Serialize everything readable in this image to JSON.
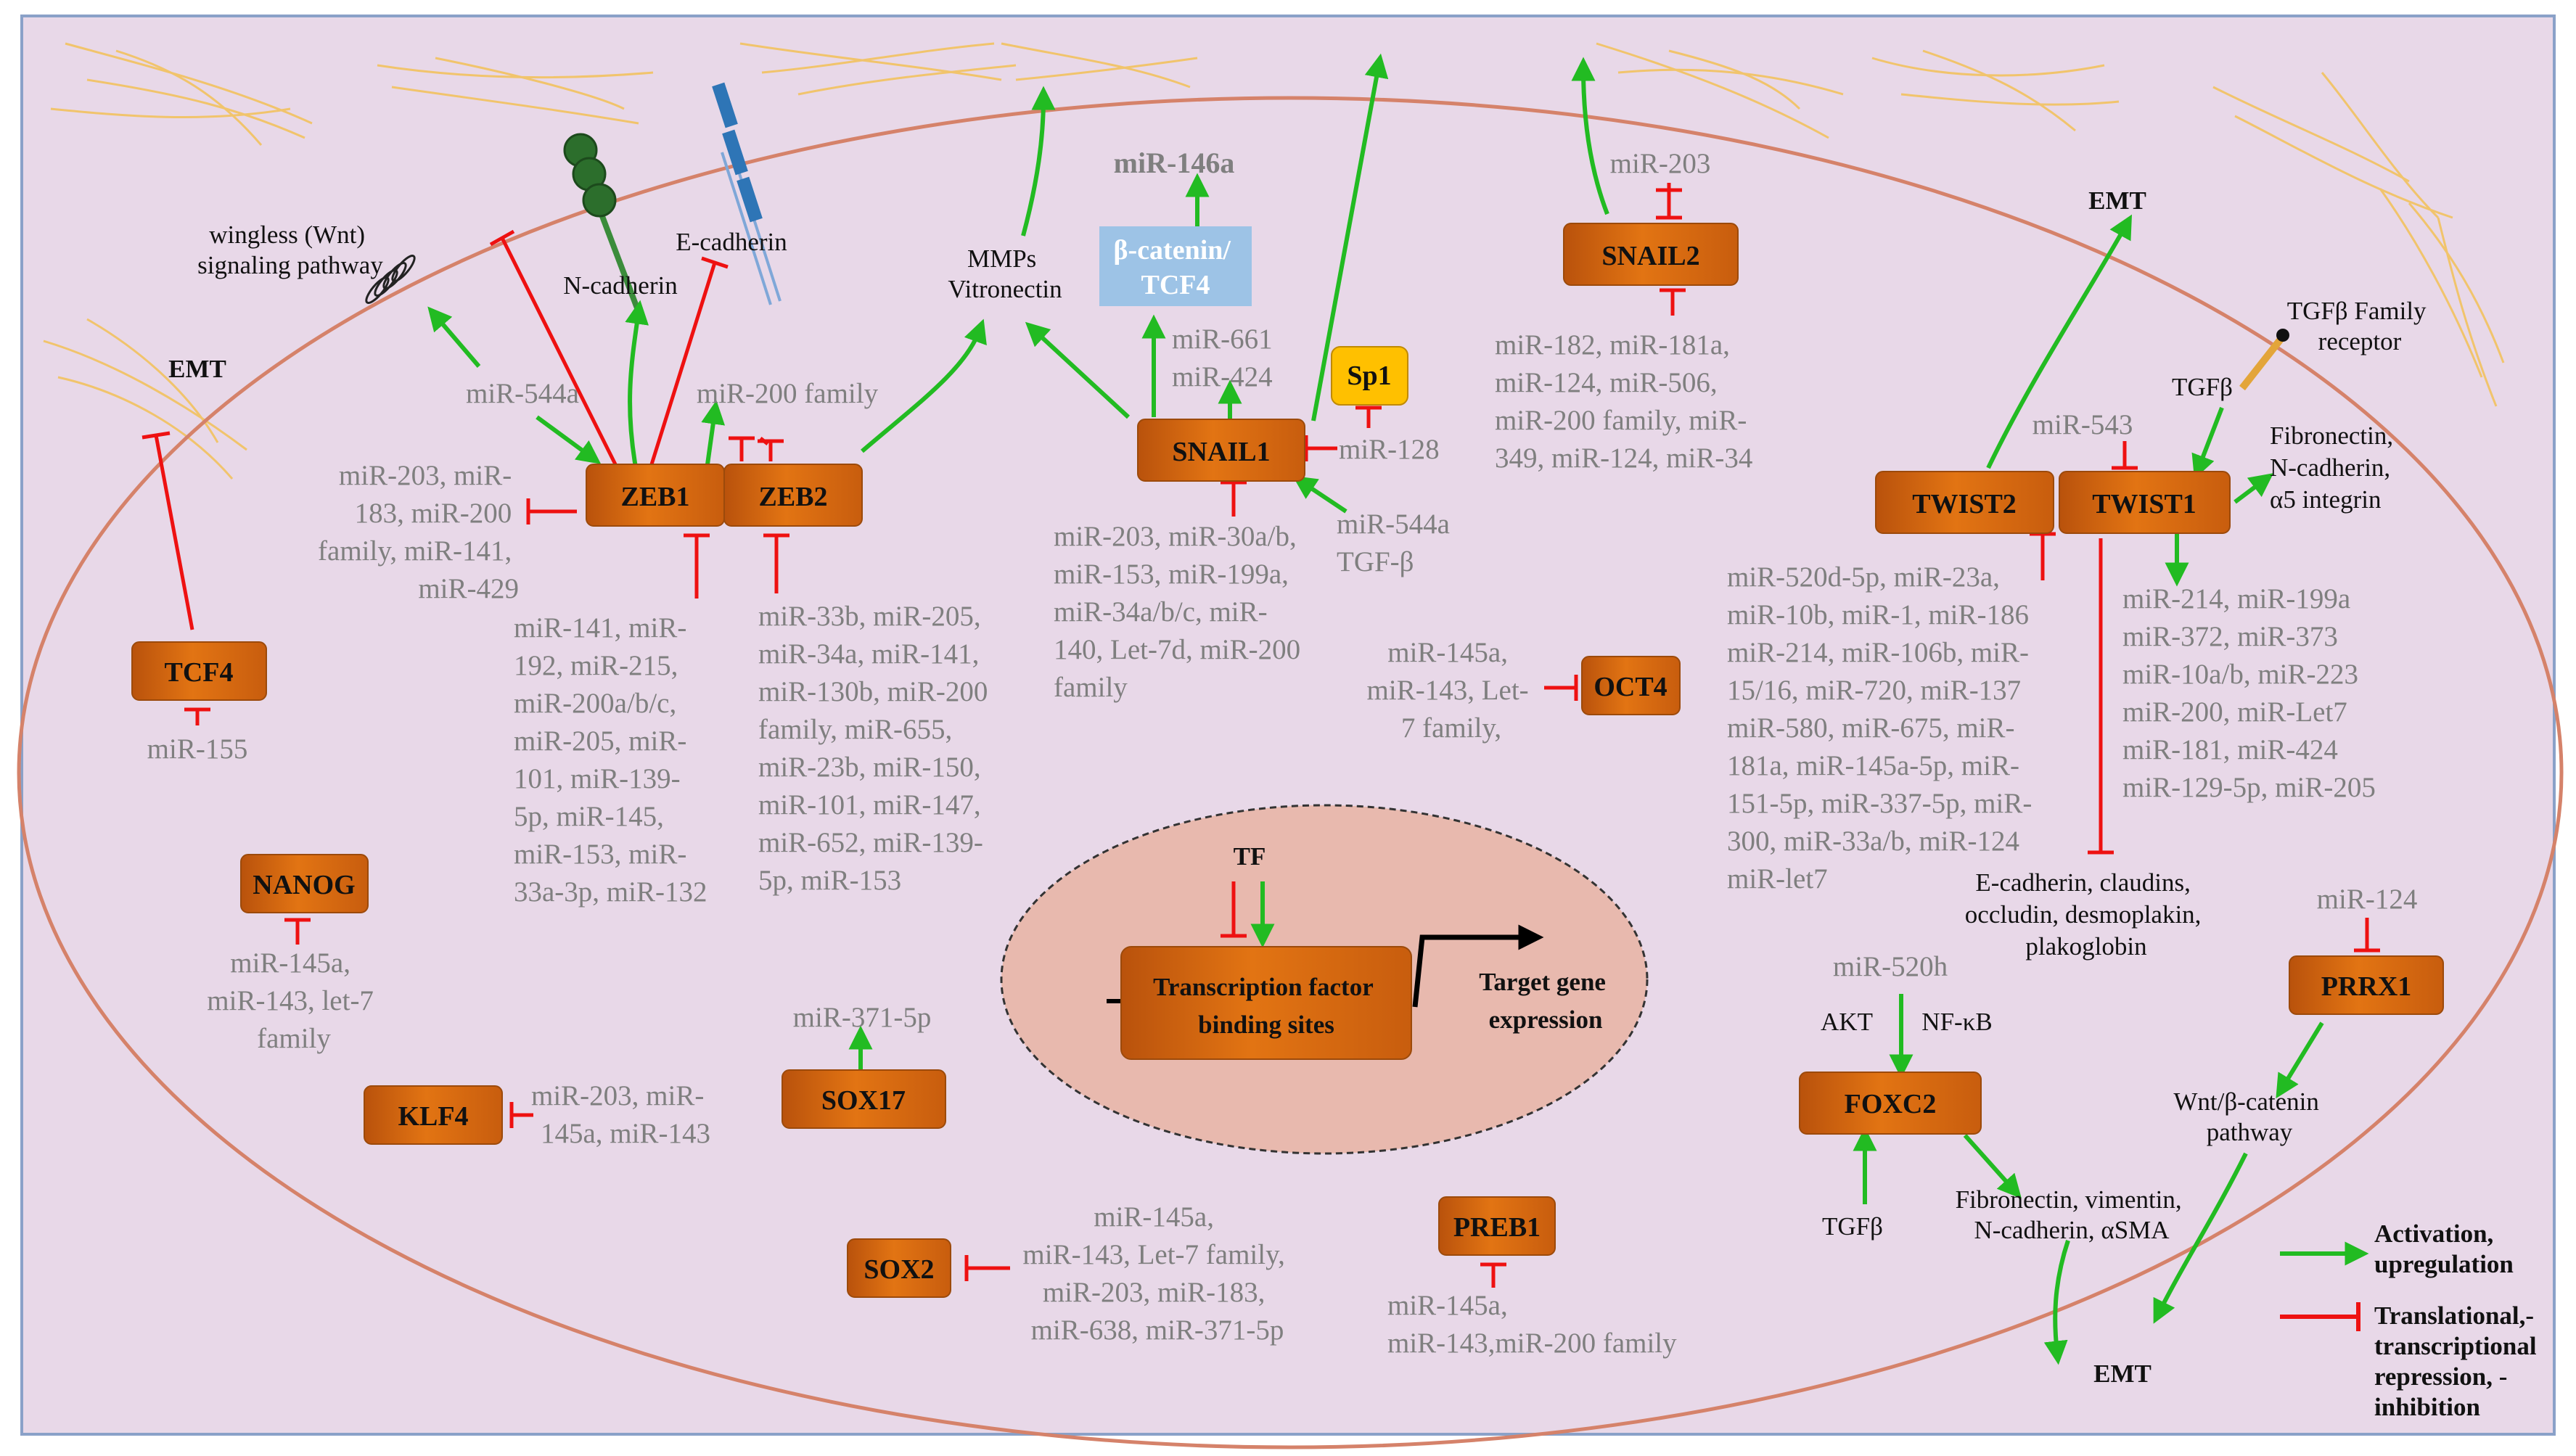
{
  "genes": {
    "zeb1": "ZEB1",
    "zeb2": "ZEB2",
    "snail1": "SNAIL1",
    "snail2": "SNAIL2",
    "twist1": "TWIST1",
    "twist2": "TWIST2",
    "tcf4": "TCF4",
    "nanog": "NANOG",
    "klf4": "KLF4",
    "sox17": "SOX17",
    "sox2": "SOX2",
    "oct4": "OCT4",
    "preb1": "PREB1",
    "foxc2": "FOXC2",
    "prrx1": "PRRX1",
    "sp1": "Sp1",
    "beta_catenin": [
      "β-catenin/",
      "TCF4"
    ]
  },
  "labels": {
    "emt_left": "EMT",
    "emt_top_right": "EMT",
    "emt_bottom": "EMT",
    "wnt": [
      "wingless (Wnt)",
      "signaling  pathway"
    ],
    "n_cadherin": "N-cadherin",
    "e_cadherin": "E-cadherin",
    "mmps": [
      "MMPs",
      "Vitronectin"
    ],
    "mir146a": "miR-146a",
    "tgfb_receptor": [
      "TGFβ Family",
      "receptor"
    ],
    "tgfb_twist1": "TGFβ",
    "fibronectin_twist1": [
      "Fibronectin,",
      "N-cadherin,",
      "α5 integrin"
    ],
    "e_cadherin_claudins": [
      "E-cadherin, claudins,",
      "occludin, desmoplakin,",
      "plakoglobin"
    ],
    "akt": "AKT",
    "nfkb": "NF-κB",
    "tgfb_foxc2": "TGFβ",
    "fibronectin_vimentin": [
      "Fibronectin, vimentin,",
      "N-cadherin, αSMA"
    ],
    "wnt_beta": [
      "Wnt/β-catenin",
      "pathway"
    ],
    "tf": "TF",
    "tfbs": [
      "Transcription  factor",
      "binding sites"
    ],
    "target_gene": [
      "Target gene",
      "expression"
    ]
  },
  "mirnas": {
    "mir155": "miR-155",
    "mir544a_zeb1": "miR-544a",
    "mir200_family_zeb2": "miR-200  family",
    "zeb1_left": [
      "miR-203,  miR-",
      "183, miR-200",
      "family,  miR-141,",
      "miR-429"
    ],
    "zeb1_bottom": [
      "miR-141,  miR-",
      "192, miR-215,",
      "miR-200a/b/c,",
      "miR-205,  miR-",
      "101, miR-139-",
      "5p, miR-145,",
      "miR-153,  miR-",
      "33a-3p, miR-132"
    ],
    "zeb2_bottom": [
      "miR-33b,  miR-205,",
      "miR-34a,  miR-141,",
      "miR-130b,  miR-200",
      "family,    miR-655,",
      "miR-23b,  miR-150,",
      "miR-101,  miR-147,",
      "miR-652,  miR-139-",
      "5p, miR-153"
    ],
    "nanog": [
      "miR-145a,",
      "miR-143,  let-7",
      "family"
    ],
    "klf4": [
      "miR-203,  miR-",
      "145a, miR-143"
    ],
    "sox17": "miR-371-5p",
    "sox2": [
      "miR-145a,",
      "miR-143,  Let-7 family,",
      "miR-203,  miR-183,",
      "miR-638,  miR-371-5p"
    ],
    "snail1_up": [
      "miR-661",
      "miR-424"
    ],
    "sp1": "miR-128",
    "snail1_right": [
      "miR-544a",
      "TGF-β"
    ],
    "snail1_bottom": [
      "miR-203,  miR-30a/b,",
      "miR-153,  miR-199a,",
      "miR-34a/b/c,   miR-",
      "140, Let-7d, miR-200",
      "family"
    ],
    "oct4": [
      "miR-145a,",
      "miR-143,  Let-",
      "7 family,"
    ],
    "preb1": [
      "miR-145a,",
      "miR-143,miR-200  family"
    ],
    "snail2_top": "miR-203",
    "snail2_bottom": [
      "miR-182,  miR-181a,",
      "miR-124,  miR-506,",
      "miR-200  family,  miR-",
      "349, miR-124,  miR-34"
    ],
    "twist1_top": "miR-543",
    "twist2_list": [
      "miR-520d-5p,  miR-23a,",
      "miR-10b,  miR-1,  miR-186",
      "miR-214,  miR-106b,  miR-",
      "15/16, miR-720,  miR-137",
      "miR-580,  miR-675,  miR-",
      "181a, miR-145a-5p,  miR-",
      "151-5p, miR-337-5p,  miR-",
      "300, miR-33a/b,  miR-124",
      "miR-let7"
    ],
    "twist1_list": [
      "miR-214,  miR-199a",
      "miR-372,  miR-373",
      "miR-10a/b,  miR-223",
      "miR-200,  miR-Let7",
      "miR-181,  miR-424",
      "miR-129-5p,  miR-205"
    ],
    "foxc2": "miR-520h",
    "prrx1": "miR-124"
  },
  "legend": {
    "activation": [
      "Activation,",
      "upregulation"
    ],
    "repression": [
      "Translational,-",
      "transcriptional",
      "repression, -",
      "inhibition"
    ]
  },
  "colors": {
    "activation": "#22bb22",
    "repression": "#ee1111",
    "cell_background": "#e8d8e8",
    "gene_box": "#d9640f",
    "membrane": "#d5826a",
    "nucleus": "#e8b9ae"
  }
}
